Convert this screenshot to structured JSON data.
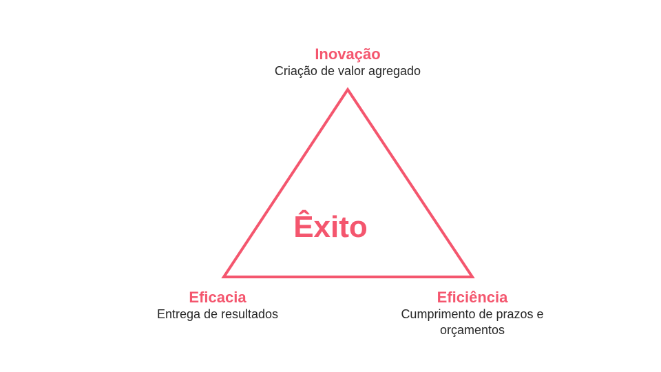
{
  "diagram": {
    "type": "triangle-framework",
    "background_color": "#ffffff",
    "accent_color": "#f4566e",
    "text_color": "#262626",
    "center": {
      "label": "Êxito"
    },
    "vertices": [
      {
        "position": "top",
        "title": "Inovação",
        "description": "Criação de valor agregado"
      },
      {
        "position": "bottom-left",
        "title": "Eficacia",
        "description": "Entrega de resultados"
      },
      {
        "position": "bottom-right",
        "title": "Eficiência",
        "description": "Cumprimento de prazos e orçamentos"
      }
    ]
  }
}
